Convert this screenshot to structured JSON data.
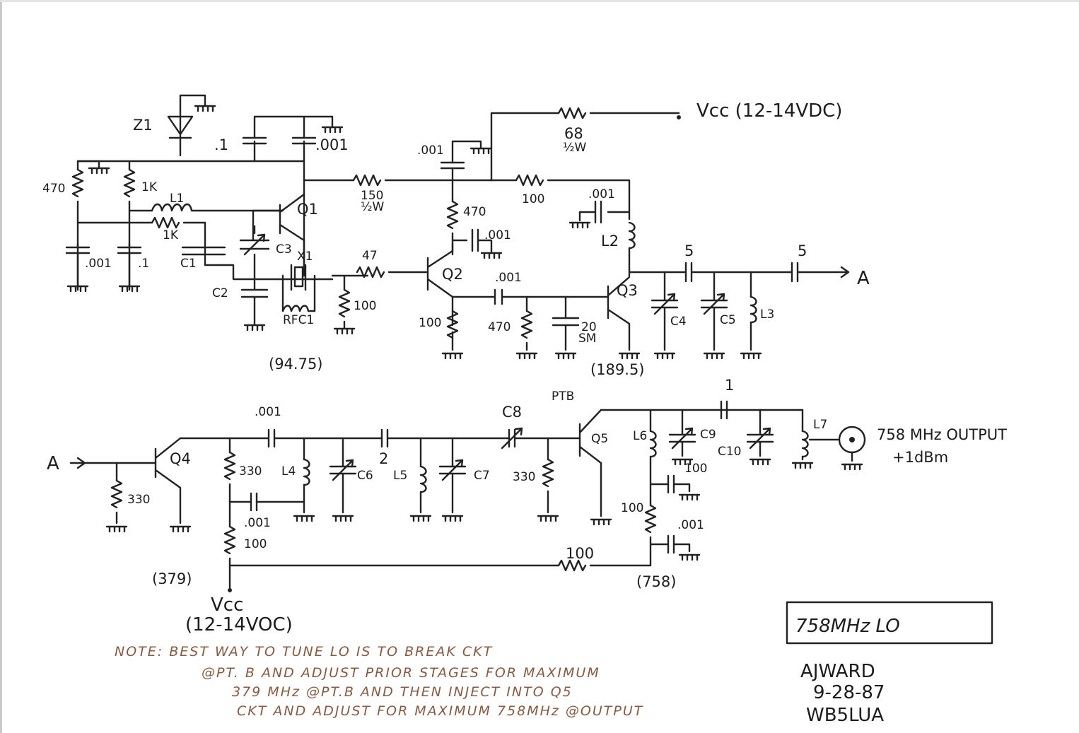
{
  "title_box": "758MHz   LO",
  "author": [
    "AJWARD",
    "9-28-87",
    "WB5LUA"
  ],
  "vcc_top": "Vcc (12-14VDC)",
  "vcc_bottom": [
    "Vcc",
    "(12-14VOC)"
  ],
  "output": [
    "758 MHz OUTPUT",
    "+1dBm"
  ],
  "node_a": "A",
  "ptb": "PTB",
  "freqs": {
    "f1": "(94.75)",
    "f2": "(189.5)",
    "f3": "(379)",
    "f4": "(758)"
  },
  "stage1": {
    "z1": "Z1",
    "c_01": ".1",
    "c_001": ".001",
    "r470": "470",
    "r1k_a": "1K",
    "l1": "L1",
    "r1k_b": "1K",
    "q1": "Q1",
    "c3": "C3",
    "x1": "X1",
    "c1": "C1",
    "c2": "C2",
    "c_001b": ".001",
    "c_1b": ".1",
    "rfc1": "RFC1",
    "r100": "100",
    "r150": "150",
    "r150w": "½W",
    "r47": "47"
  },
  "stage2": {
    "c001": ".001",
    "r470": "470",
    "c001b": ".001",
    "q2": "Q2",
    "c001c": ".001",
    "r100": "100",
    "r470b": "470",
    "c20": "20",
    "c20b": "SM"
  },
  "stage3": {
    "r68": "68",
    "r68w": "½W",
    "r100": "100",
    "c001": ".001",
    "l2": "L2",
    "q3": "Q3",
    "c4": "C4",
    "c5": "C5",
    "l3": "L3",
    "c5a": "5",
    "c5b": "5"
  },
  "stage4": {
    "q4": "Q4",
    "r330a": "330",
    "r330b": "330",
    "c001": ".001",
    "l4": "L4",
    "c001b": ".001",
    "r100": "100",
    "c2": "2",
    "c6": "C6",
    "l5": "L5",
    "c7": "C7"
  },
  "stage5": {
    "c8": "C8",
    "r330": "330",
    "q5": "Q5",
    "l6": "L6",
    "c9": "C9",
    "c1": "1",
    "c10": "C10",
    "l7": "L7",
    "c100": "100",
    "r100a": "100",
    "c001": ".001",
    "r100b": "100"
  },
  "note": [
    "NOTE: BEST WAY TO TUNE LO IS TO BREAK CKT",
    "@PT. B AND ADJUST PRIOR STAGES FOR MAXIMUM",
    "379 MHz @PT.B AND THEN INJECT INTO Q5",
    "CKT AND ADJUST FOR MAXIMUM 758MHz @OUTPUT"
  ]
}
